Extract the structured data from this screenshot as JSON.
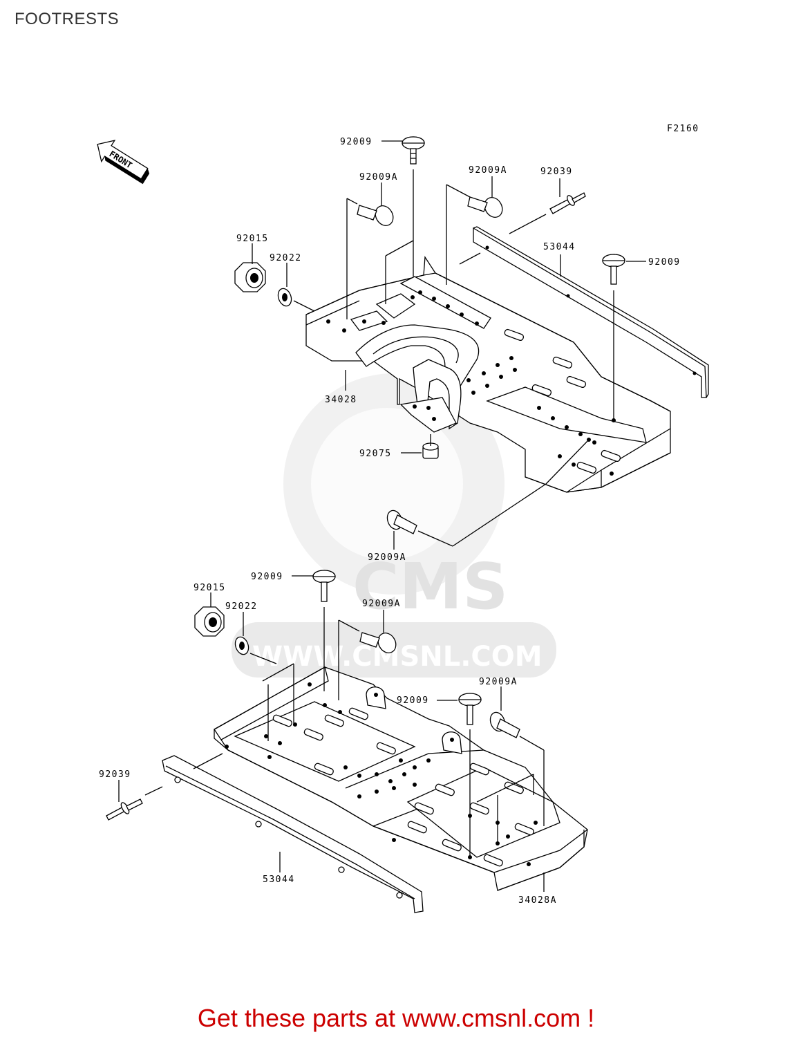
{
  "page": {
    "title": "FOOTRESTS",
    "figure_code": "F2160",
    "front_arrow_label": "FRONT",
    "watermark": {
      "logo": "CMS",
      "url": "WWW.CMSNL.COM"
    },
    "footer": "Get these parts at www.cmsnl.com !"
  },
  "upper_assembly": {
    "labels": {
      "bolt_top": "92009",
      "bolt_a_left": "92009A",
      "bolt_a_right": "92009A",
      "pin": "92039",
      "nut": "92015",
      "washer": "92022",
      "guard": "53044",
      "bolt_right": "92009",
      "footrest": "34028",
      "grommet": "92075",
      "bolt_a_bottom": "92009A"
    }
  },
  "lower_assembly": {
    "labels": {
      "bolt_top": "92009",
      "nut": "92015",
      "washer": "92022",
      "bolt_a_top": "92009A",
      "bolt_mid": "92009",
      "bolt_a_right": "92009A",
      "pin": "92039",
      "guard": "53044",
      "footrest": "34028A"
    }
  }
}
